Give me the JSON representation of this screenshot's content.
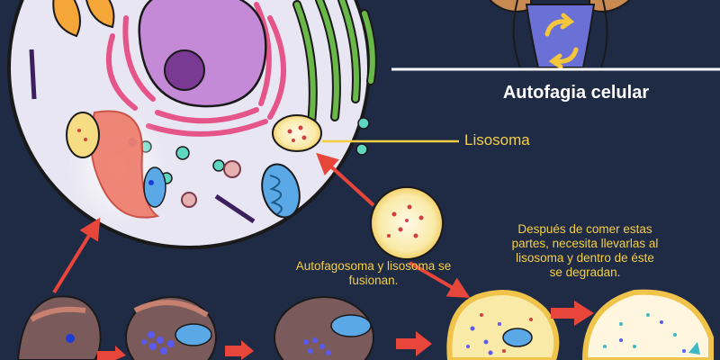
{
  "header": {
    "title": "Autofagia celular"
  },
  "labels": {
    "lysosome": "Lisosoma",
    "fusion": "Autofagosoma y lisosoma se fusionan.",
    "degradation": "Después de comer estas partes, necesita llevarlas al lisosoma y dentro de éste se degradan."
  },
  "colors": {
    "background": "#1f2a44",
    "label_text": "#f4cf44",
    "title_text": "#ffffff",
    "arrow": "#e8463a",
    "lysosome": "#f6dc82",
    "membrane": "#e8e6f2"
  },
  "icons": {
    "figure_belly": "recycle-arrows-icon"
  }
}
